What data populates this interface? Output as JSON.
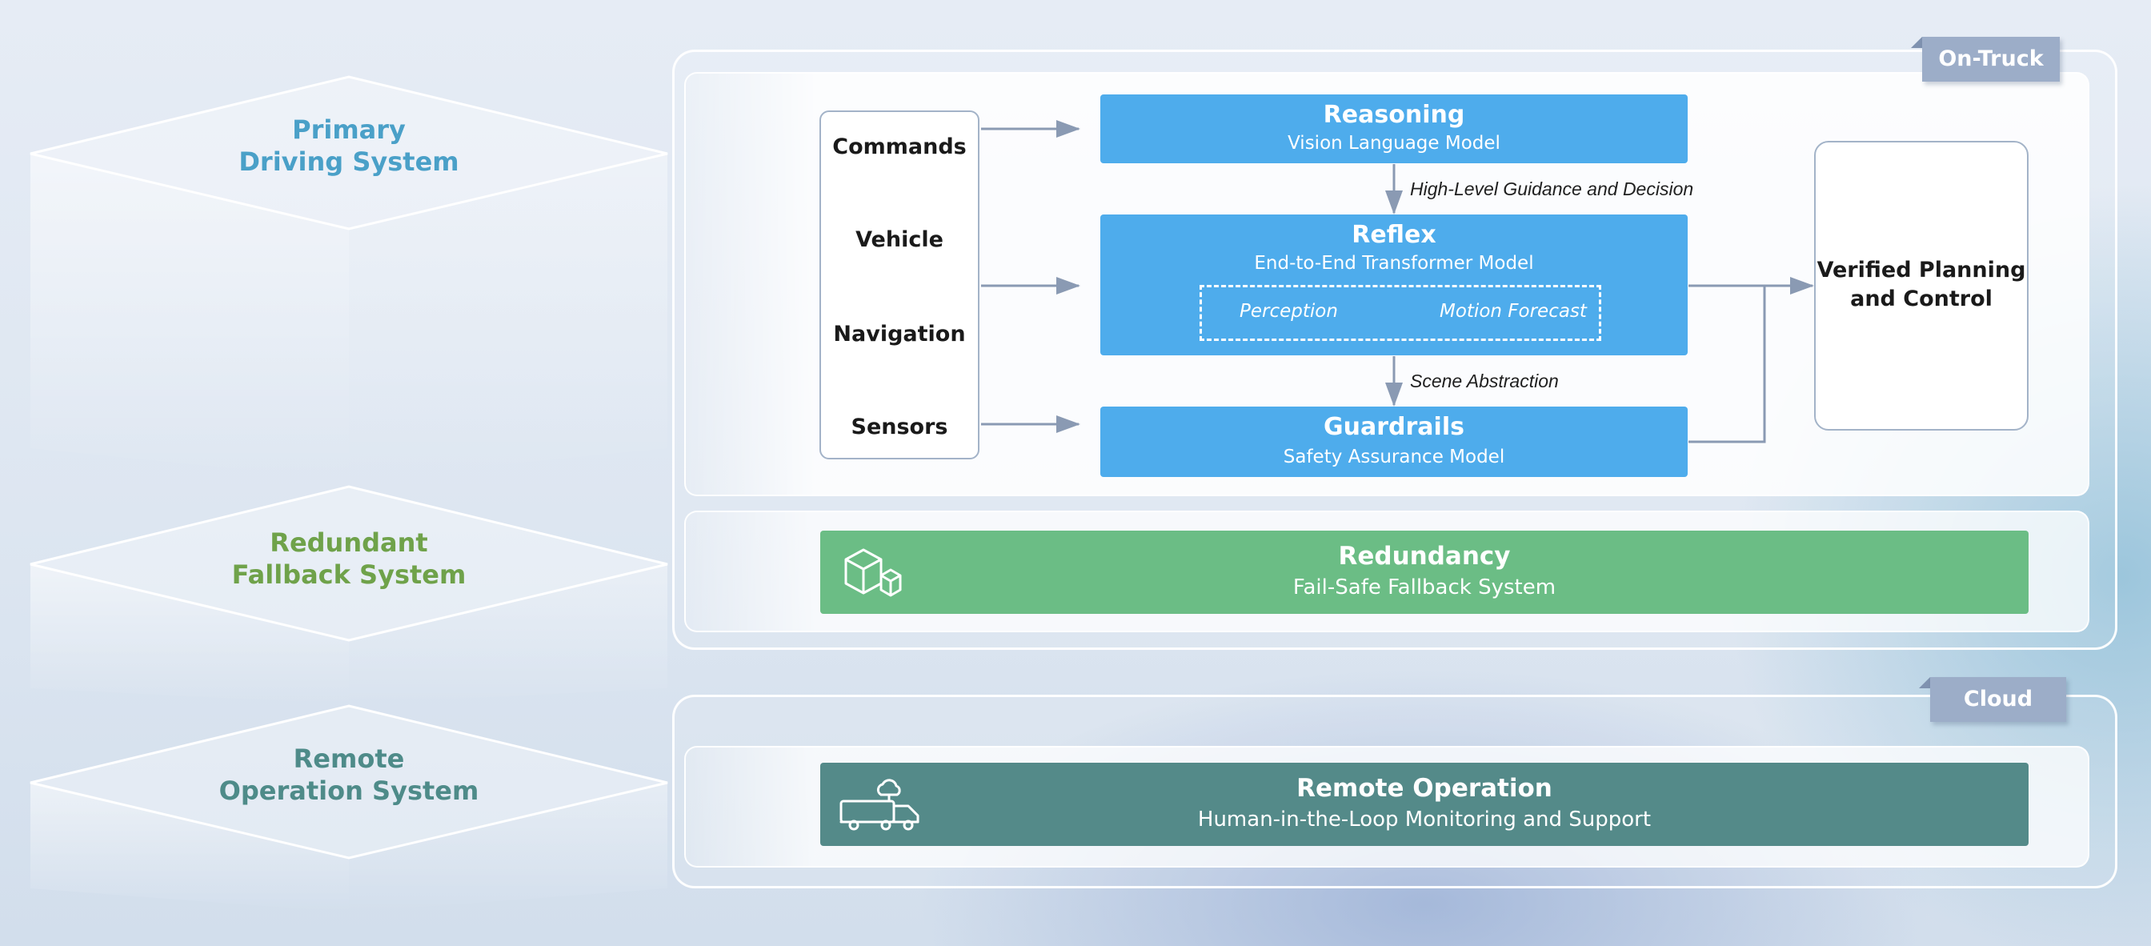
{
  "layers": [
    {
      "line1": "Primary",
      "line2": "Driving System",
      "color": "#4aa0c8"
    },
    {
      "line1": "Redundant",
      "line2": "Fallback System",
      "color": "#6fa24a"
    },
    {
      "line1": "Remote",
      "line2": "Operation System",
      "color": "#4e8b89"
    }
  ],
  "tags": {
    "on_truck": "On-Truck",
    "cloud": "Cloud"
  },
  "inputs": [
    "Commands",
    "Vehicle",
    "Navigation",
    "Sensors"
  ],
  "models": {
    "reasoning": {
      "title": "Reasoning",
      "subtitle": "Vision Language Model"
    },
    "reflex": {
      "title": "Reflex",
      "subtitle": "End-to-End Transformer Model",
      "modules": [
        "Perception",
        "Motion Forecast"
      ]
    },
    "guardrails": {
      "title": "Guardrails",
      "subtitle": "Safety Assurance Model"
    }
  },
  "edges": {
    "guidance": "High-Level Guidance and Decision",
    "scene": "Scene Abstraction"
  },
  "output": {
    "line1": "Verified Planning",
    "line2": "and Control"
  },
  "redundancy": {
    "title": "Redundancy",
    "subtitle": "Fail-Safe Fallback System",
    "color": "#6bbd85",
    "icon": "cubes-icon"
  },
  "remote": {
    "title": "Remote Operation",
    "subtitle": "Human-in-the-Loop Monitoring and Support",
    "color": "#548a89",
    "icon": "truck-cloud-icon"
  },
  "colors": {
    "model_blue": "#4eacec",
    "connector": "#8a9ab3"
  }
}
